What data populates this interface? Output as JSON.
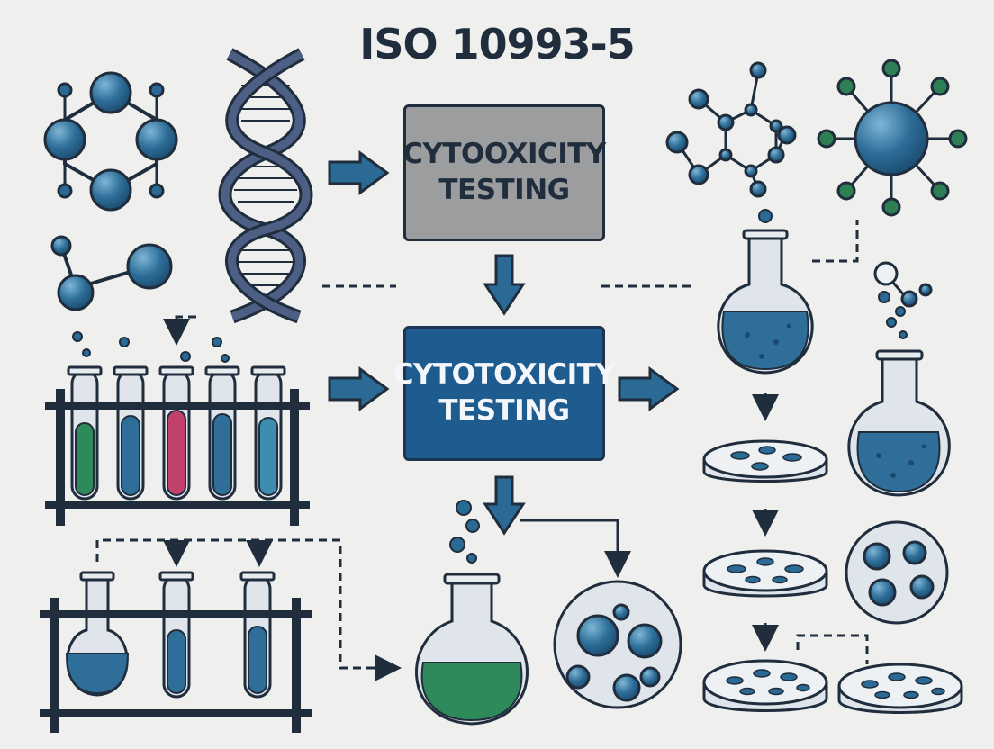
{
  "title": "ISO 10993-5",
  "boxes": {
    "top": {
      "line1": "CYTOOXICITY",
      "line2": "TESTING"
    },
    "main": {
      "line1": "CYTOTOXICITY",
      "line2": "TESTING"
    }
  },
  "colors": {
    "ink": "#1f2d3d",
    "blue": "#2a6a94",
    "blue_dark": "#1e5b8e",
    "gray_box": "#9b9d9f",
    "glass": "#dfe5ea",
    "liquid_blue": "#2e6e99",
    "liquid_green": "#2e8a5a",
    "liquid_pink": "#c2416a",
    "liquid_teal": "#3d8db0",
    "node_green": "#2f7f55",
    "background": "#efefee"
  }
}
